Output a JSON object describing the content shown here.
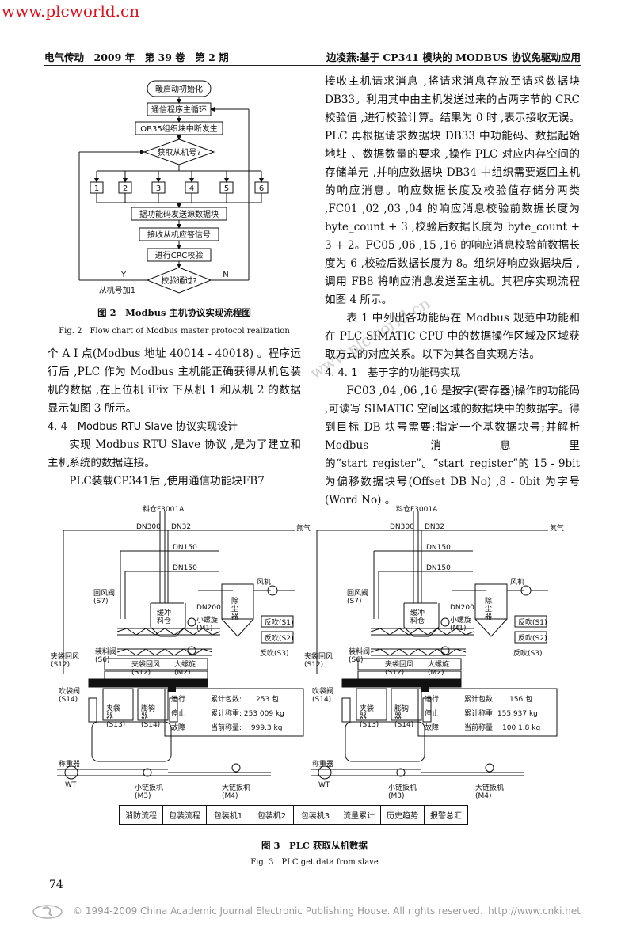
{
  "watermark": {
    "site_url": "www.plcworld.cn",
    "diagonal_text": "www.plcworld.cn"
  },
  "running_head": {
    "left": "电气传动　2009 年　第 39 卷　第 2 期",
    "right": "边凌燕:基于 CP341 模块的 MODBUS 协议免驱动应用"
  },
  "figure2": {
    "boxes": {
      "start": "暖启动初始化",
      "main_loop": "通信程序主循环",
      "interrupt": "OB35组织块中断发生",
      "get_slave": "获取从机号?",
      "send": "据功能码发送源数据块",
      "receive": "接收从机应答信号",
      "crc": "进行CRC校验",
      "check": "校验通过?"
    },
    "branches": [
      "1",
      "2",
      "3",
      "4",
      "5",
      "6"
    ],
    "yes_label": "Y",
    "no_label": "N",
    "increment_label": "从机号加1",
    "caption_cn": "图 2　Modbus 主机协议实现流程图",
    "caption_en": "Fig. 2　Flow chart of Modbus master protocol realization"
  },
  "text_left": [
    "个 A I 点(Modbus 地址 40014 - 40018) 。程序运行后 ,PLC 作为 Modbus 主机能正确获得从机包装机的数据 ,在上位机 iFix 下从机 1 和从机 2 的数据显示如图 3 所示。",
    "4. 4　Modbus RTU Slave 协议实现设计",
    "实现 Modbus RTU Slave 协议 ,是为了建立和主机系统的数据连接。",
    "PLC装载CP341后 ,使用通信功能块FB7"
  ],
  "text_right": [
    "接收主机请求消息 ,将请求消息存放至请求数据块 DB33。利用其中由主机发送过来的占两字节的 CRC 校验值 ,进行校验计算。结果为 0 时 ,表示接收无误。PLC 再根据请求数据块 DB33 中功能码、数据起始地址 、数据数量的要求 ,操作 PLC 对应内存空间的存储单元 ,并响应数据块 DB34 中组织需要返回主机的响应消息。响应数据长度及校验值存储分两类 ,FC01 ,02 ,03 ,04 的响应消息校验前数据长度为 byte_count + 3 ,校验后数据长度为 byte_count + 3 + 2。FC05 ,06 ,15 ,16 的响应消息校验前数据长度为 6 ,校验后数据长度为 8。组织好响应数据块后 ,调用 FB8 将响应消息发送至主机。其程序实现流程如图 4 所示。",
    "表 1 中列出各功能码在 Modbus 规范中功能和在 PLC SIMATIC CPU 中的数据操作区域及区域获取方式的对应关系。以下为其各自实现方法。",
    "4. 4. 1　基于字的功能码实现",
    "FC03 ,04 ,06 ,16 是按字(寄存器)操作的功能码 ,可读写 SIMATIC 空间区域的数据块中的数据字。得到目标 DB 块号需要:指定一个基数据块号;并解析 Modbus 消息里的“start_register”。“start_register”的 15 - 9bit 为偏移数据块号(Offset DB No) ,8 - 0bit 为字号(Word No) 。"
  ],
  "figure3": {
    "silo": "料仓F3001A",
    "nitrogen": "氮气",
    "pipes": {
      "dn300": "DN300",
      "dn32": "DN32",
      "dn150a": "DN150",
      "dn150b": "DN150",
      "dn200": "DN200"
    },
    "labels": {
      "return_valve": "回风阀\n(S7)",
      "buffer_bin": "缓冲\n料仓",
      "small_screw": "小螺旋\n(M1)",
      "big_screw": "大螺旋\n(M2)",
      "dust": "除\n尘\n器",
      "fan": "风机",
      "blow1": "反吹(S1)",
      "blow2": "反吹(S2)",
      "blow3": "反吹(S3)",
      "bag_return": "夹袋回风\n(S12)",
      "feed_valve": "装料阀\n(S6)",
      "clamp_return": "夹袋回风\n(S12)",
      "blow_valve": "吹袋阀\n(S14)",
      "clamp": "夹袋\n器\n(S13)",
      "bulge": "膨钩\n器\n(S14)",
      "scale": "称重器",
      "wt": "WT",
      "small_chain": "小链扳机\n(M3)",
      "big_chain": "大链扳机\n(M4)"
    },
    "panels": [
      {
        "status": [
          "运行",
          "停止",
          "故障"
        ],
        "metrics": [
          "累计包数:　　253 包",
          "累计称重: 253 009 kg",
          "当前称量:　 999.3 kg"
        ]
      },
      {
        "status": [
          "运行",
          "停止",
          "故障"
        ],
        "metrics": [
          "累计包数:　　156 包",
          "累计称重: 155 937 kg",
          "当前称量:　100 1.8 kg"
        ]
      }
    ],
    "nav_tabs": [
      "消防流程",
      "包装流程",
      "包装机1",
      "包装机2",
      "包装机3",
      "流量累计",
      "历史趋势",
      "报警总汇"
    ],
    "caption_cn": "图 3　PLC 获取从机数据",
    "caption_en": "Fig. 3　PLC get data from slave"
  },
  "page_number": "74",
  "footer": {
    "copyright": "© 1994-2009 China Academic Journal Electronic Publishing House. All rights reserved.",
    "url": "http://www.cnki.net"
  }
}
